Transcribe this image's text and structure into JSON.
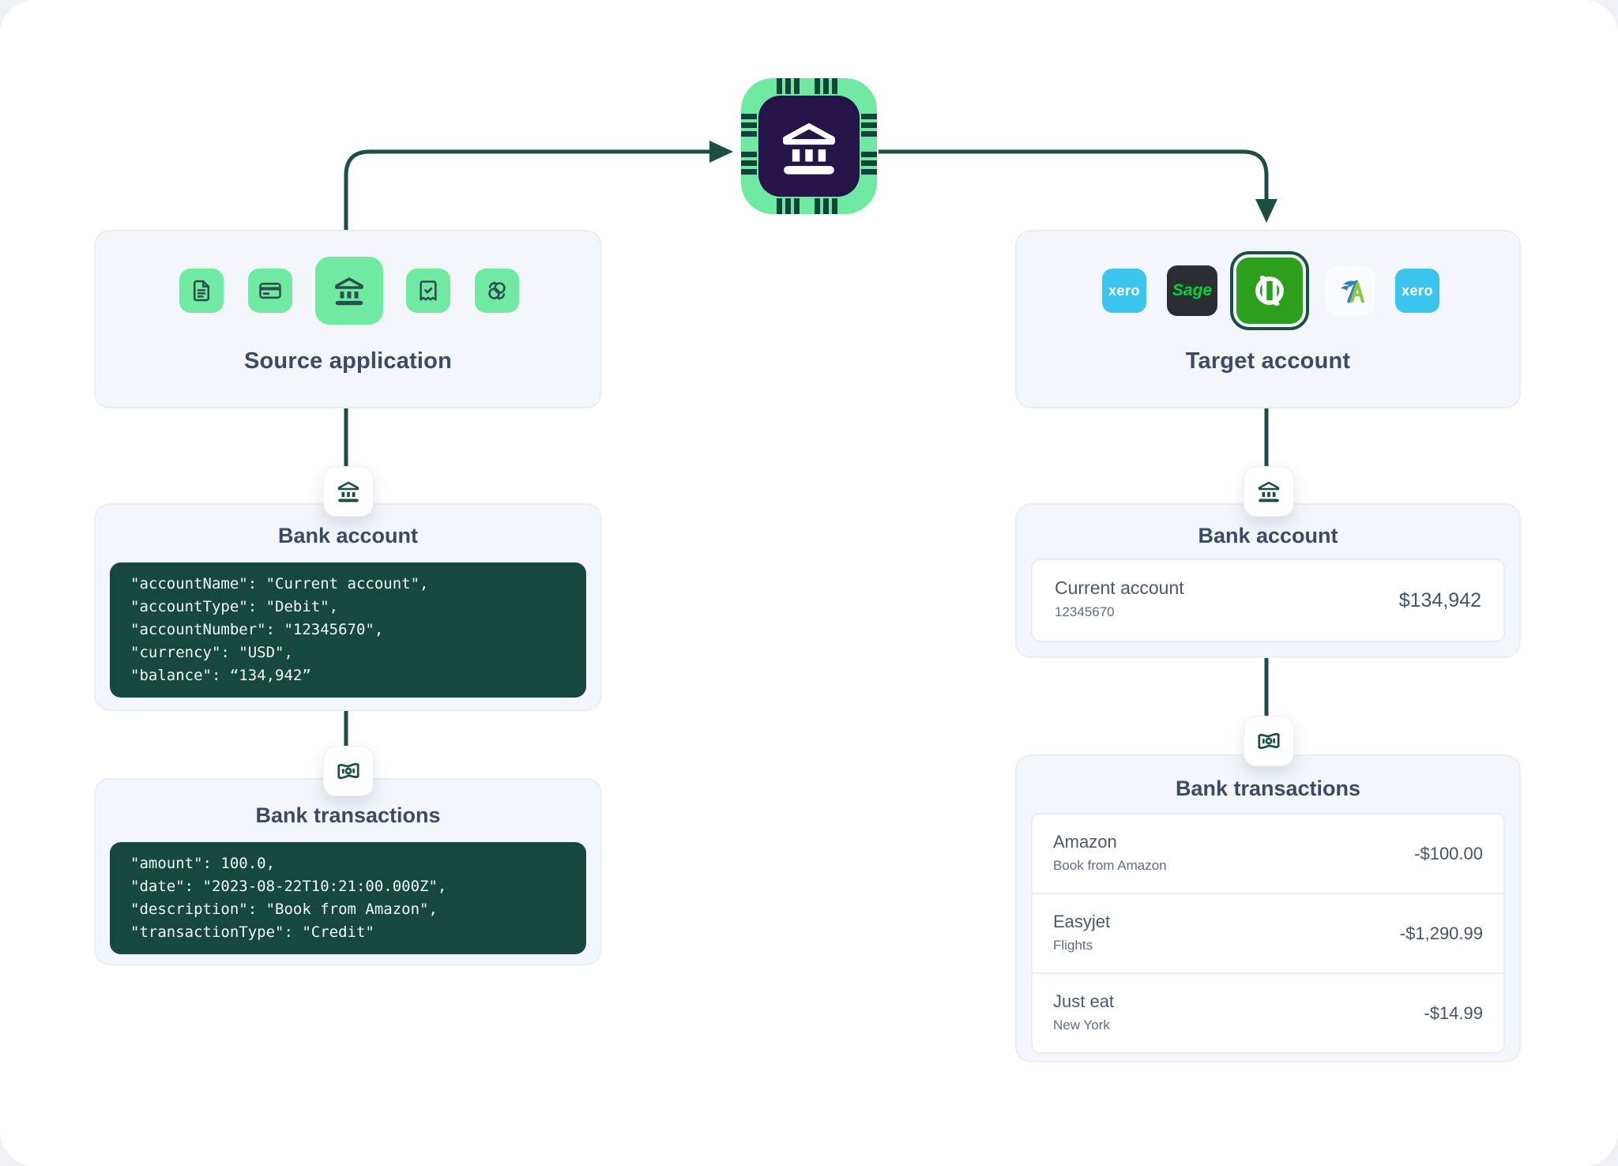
{
  "chip": {
    "name": "bank-data-chip"
  },
  "source_panel": {
    "title": "Source application",
    "icons": [
      "file-icon",
      "credit-card-icon",
      "bank-icon",
      "receipt-check-icon",
      "sync-icon"
    ]
  },
  "target_panel": {
    "title": "Target account",
    "apps": [
      {
        "name": "xero",
        "label": "xero"
      },
      {
        "name": "sage",
        "label": "Sage"
      },
      {
        "name": "quickbooks",
        "label": "qb"
      },
      {
        "name": "freeagent",
        "label": "A"
      },
      {
        "name": "xero",
        "label": "xero"
      }
    ]
  },
  "source_bank_account": {
    "title": "Bank account",
    "code_lines": [
      "\"accountName\": \"Current account\",",
      "\"accountType\": \"Debit\",",
      "\"accountNumber\": \"12345670\",",
      "\"currency\": \"USD\",",
      "\"balance\": “134,942”"
    ]
  },
  "source_bank_transactions": {
    "title": "Bank transactions",
    "code_lines": [
      "\"amount\": 100.0,",
      "\"date\": \"2023-08-22T10:21:00.000Z\",",
      "\"description\": \"Book from Amazon\",",
      "\"transactionType\": \"Credit\""
    ]
  },
  "target_bank_account": {
    "title": "Bank account",
    "account_name": "Current account",
    "account_number": "12345670",
    "balance": "$134,942"
  },
  "target_bank_transactions": {
    "title": "Bank transactions",
    "rows": [
      {
        "name": "Amazon",
        "description": "Book from Amazon",
        "amount": "-$100.00"
      },
      {
        "name": "Easyjet",
        "description": "Flights",
        "amount": "-$1,290.99"
      },
      {
        "name": "Just eat",
        "description": "New York",
        "amount": "-$14.99"
      }
    ]
  },
  "colors": {
    "accent_green": "#70e9a3",
    "line": "#1c4e44",
    "code_bg": "#16483d",
    "heading": "#3d4a63",
    "xero_blue": "#3bc4ee",
    "sage_dark": "#2b2d32",
    "sage_green": "#00d639",
    "quickbooks_green": "#2ca01c",
    "freeagent_green": "#8dc63f",
    "freeagent_blue": "#2f80c4",
    "chip_inner": "#251448"
  }
}
